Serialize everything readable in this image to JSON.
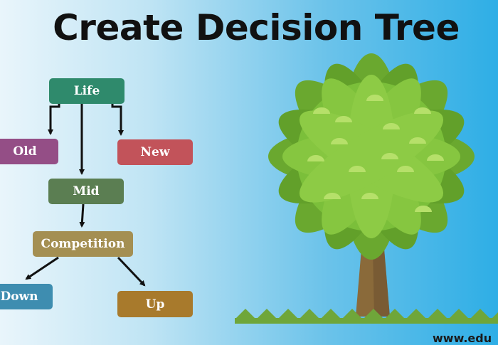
{
  "title": "Create Decision Tree",
  "nodes": {
    "life": "Life",
    "old": "Old",
    "new": "New",
    "mid": "Mid",
    "competition": "Competition",
    "down": "Down",
    "up": "Up"
  },
  "edges": [
    {
      "from": "Life",
      "to": "Old"
    },
    {
      "from": "Life",
      "to": "Mid"
    },
    {
      "from": "Life",
      "to": "New"
    },
    {
      "from": "Mid",
      "to": "Competition"
    },
    {
      "from": "Competition",
      "to": "Down"
    },
    {
      "from": "Competition",
      "to": "Up"
    }
  ],
  "watermark": "www.edu",
  "colors": {
    "life": "#2f8a6c",
    "old": "#944e86",
    "new": "#c2535a",
    "mid": "#5b7e52",
    "competition": "#a48f52",
    "down": "#3e8db0",
    "up": "#a87a2c",
    "tree_leaves": "#6aa82f",
    "trunk": "#8a6a3a",
    "grass": "#6fa63a"
  },
  "illustration": "tree-illustration"
}
